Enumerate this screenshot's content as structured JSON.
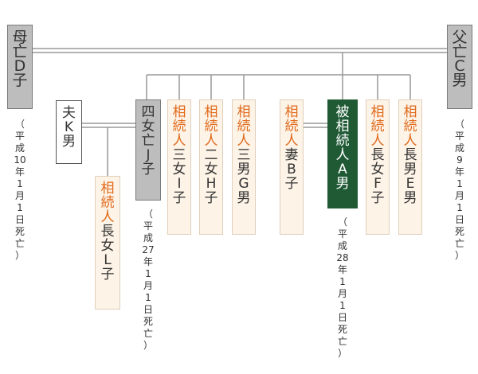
{
  "mother": {
    "name": "母亡D子",
    "note": "（平成10年1月1日死亡）"
  },
  "father": {
    "name": "父亡C男",
    "note": "（平成9年1月1日死亡）"
  },
  "husband_k": {
    "name": "夫K男"
  },
  "daughter_l": {
    "label": "相続人",
    "name": "長女L子"
  },
  "j": {
    "name": "四女亡J子",
    "note": "（平成27年1月1日死亡）"
  },
  "i": {
    "label": "相続人",
    "name": "三女I子"
  },
  "h": {
    "label": "相続人",
    "name": "二女H子"
  },
  "g": {
    "label": "相続人",
    "name": "三男G男"
  },
  "b": {
    "label": "相続人",
    "name": "妻B子"
  },
  "a": {
    "label": "被相続人",
    "name": "A男",
    "note": "（平成28年1月1日死亡）"
  },
  "f": {
    "label": "相続人",
    "name": "長女F子"
  },
  "e": {
    "label": "相続人",
    "name": "長男E男"
  },
  "colors": {
    "heir_label": "#e06a1b",
    "decedent_bg": "#1f5a35",
    "deceased_bg": "#bdbdbd",
    "heir_bg": "#fdf3e7"
  }
}
